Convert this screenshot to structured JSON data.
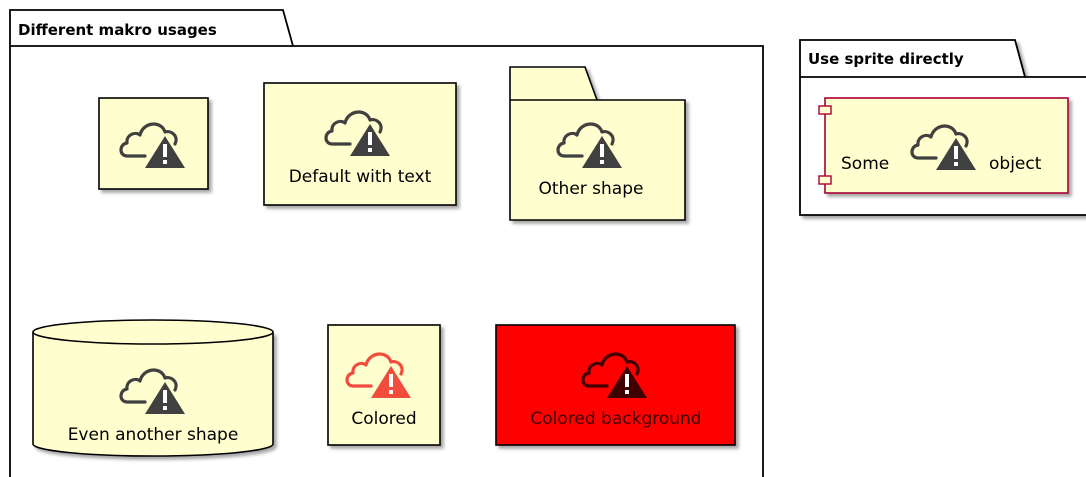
{
  "packages": [
    {
      "id": "pkg1",
      "title": "Different makro usages"
    },
    {
      "id": "pkg2",
      "title": "Use sprite directly"
    }
  ],
  "nodes": [
    {
      "id": "n1",
      "label": ""
    },
    {
      "id": "n2",
      "label": "Default with text"
    },
    {
      "id": "n3",
      "label": "Other shape"
    },
    {
      "id": "n4",
      "label": "Even another shape"
    },
    {
      "id": "n5",
      "label": "Colored"
    },
    {
      "id": "n6",
      "label": "Colored background"
    },
    {
      "id": "n7",
      "label_before": "Some",
      "label_after": "object"
    }
  ],
  "colors": {
    "node_fill": "#fefece",
    "node_stroke": "#000000",
    "component_stroke": "#a80036",
    "icon_default": "#404040",
    "icon_colored": "#f24c3d",
    "red_background": "#ff0000",
    "icon_on_red": "#400000",
    "text_on_red": "#400000"
  },
  "icon_name": "cloud-warning-icon"
}
